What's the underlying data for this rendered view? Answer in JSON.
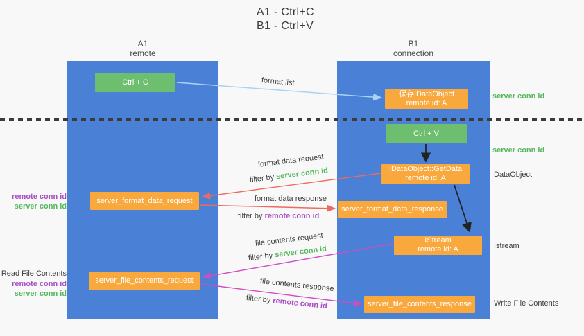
{
  "title": {
    "line1": "A1 - Ctrl+C",
    "line2": "B1 - Ctrl+V"
  },
  "lanes": {
    "left": {
      "name": "A1",
      "subtitle": "remote"
    },
    "right": {
      "name": "B1",
      "subtitle": "connection"
    }
  },
  "nodes": {
    "ctrl_c": {
      "label": "Ctrl + C"
    },
    "ctrl_v": {
      "label": "Ctrl + V"
    },
    "save_dataobject": {
      "line1": "保存IDataObject",
      "line2": "remote id: A"
    },
    "getdata": {
      "line1": "IDataObject::GetData",
      "line2": "remote id: A"
    },
    "istream": {
      "line1": "IStream",
      "line2": "remote id: A"
    },
    "server_format_data_request": {
      "label": "server_format_data_request"
    },
    "server_format_data_response": {
      "label": "server_format_data_response"
    },
    "server_file_contents_request": {
      "label": "server_file_contents_request"
    },
    "server_file_contents_response": {
      "label": "server_file_contents_response"
    }
  },
  "flow_labels": {
    "format_list": "format list",
    "format_data_request": "format data request",
    "format_data_response": "format data response",
    "file_contents_request": "file contents request",
    "file_contents_response": "file contents response",
    "filter_by": "filter by ",
    "server_conn_id": "server conn id",
    "remote_conn_id": "remote conn id"
  },
  "side_labels": {
    "server_conn_id": "server conn id",
    "remote_conn_id": "remote conn id",
    "dataobject": "DataObject",
    "istream": "Istream",
    "read_file_contents": "Read File Contents",
    "write_file_contents": "Write File Contents"
  },
  "colors": {
    "background": "#f8f8f8",
    "lane-blue": "#4a80d5",
    "box-green": "#6ebe6f",
    "box-orange": "#f9a83d",
    "text-dark": "#3d3d3d",
    "text-green": "#55b85d",
    "text-purple": "#a94fc5",
    "arrow-blue": "#a9d3f2",
    "arrow-red": "#ef6a5e",
    "arrow-magenta": "#cc4ec4",
    "arrow-black": "#222222"
  }
}
